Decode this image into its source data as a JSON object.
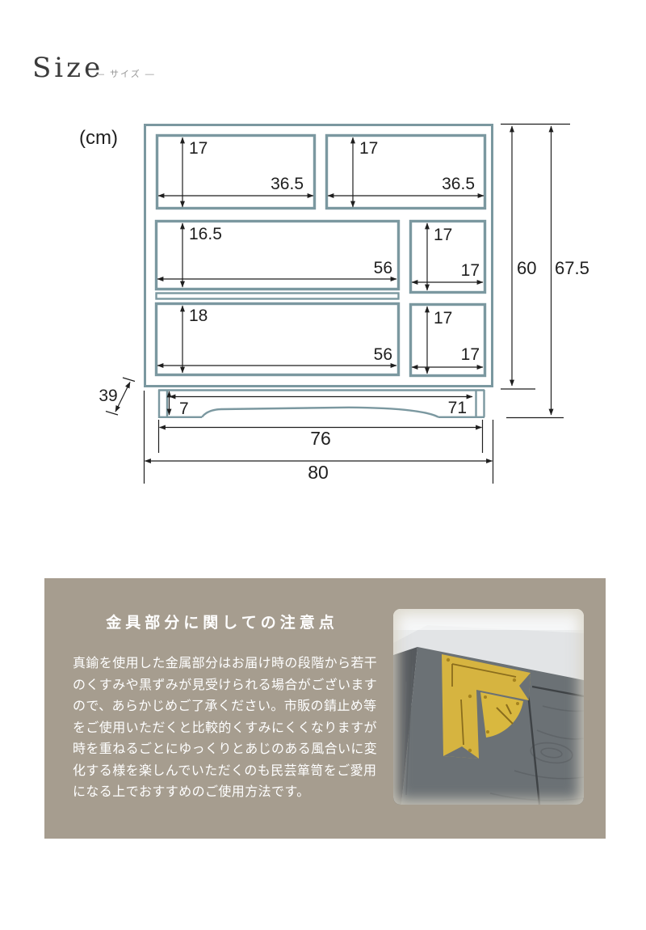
{
  "header": {
    "title_en": "Size",
    "title_ja": "— サイズ —"
  },
  "diagram": {
    "unit": "(cm)",
    "line_color": "#7b98a0",
    "dim_color": "#1f1f1f",
    "drawers": {
      "top_left": {
        "h": "17",
        "w": "36.5"
      },
      "top_right": {
        "h": "17",
        "w": "36.5"
      },
      "mid_left": {
        "h": "16.5",
        "w": "56"
      },
      "mid_right": {
        "h": "17",
        "w": "17"
      },
      "bottom_left": {
        "h": "18",
        "w": "56"
      },
      "bottom_right": {
        "h": "17",
        "w": "17"
      }
    },
    "overall": {
      "body_height": "60",
      "total_height": "67.5",
      "depth": "39",
      "leg_height": "7",
      "inner_base_width": "71",
      "base_width": "76",
      "total_width": "80"
    }
  },
  "note": {
    "bg_color": "#a69d8f",
    "text_color": "#ffffff",
    "title": "金具部分に関しての注意点",
    "lines": [
      "真鍮を使用した金属部分はお届け時の段階から若干",
      "のくすみや黒ずみが見受けられる場合がございます",
      "ので、あらかじめご了承ください。市販の錆止め等",
      "をご使用いただくと比較的くすみにくくなりますが",
      "時を重ねるごとにゆっくりとあじのある風合いに変",
      "化する様を楽しんでいただくのも民芸箪笥をご愛用",
      "になる上でおすすめのご使用方法です。"
    ],
    "photo_colors": {
      "brass": "#d6b440",
      "wood_front": "#6b7175",
      "wood_side": "#565a5e",
      "top_surface": "#e2e4e6"
    }
  }
}
